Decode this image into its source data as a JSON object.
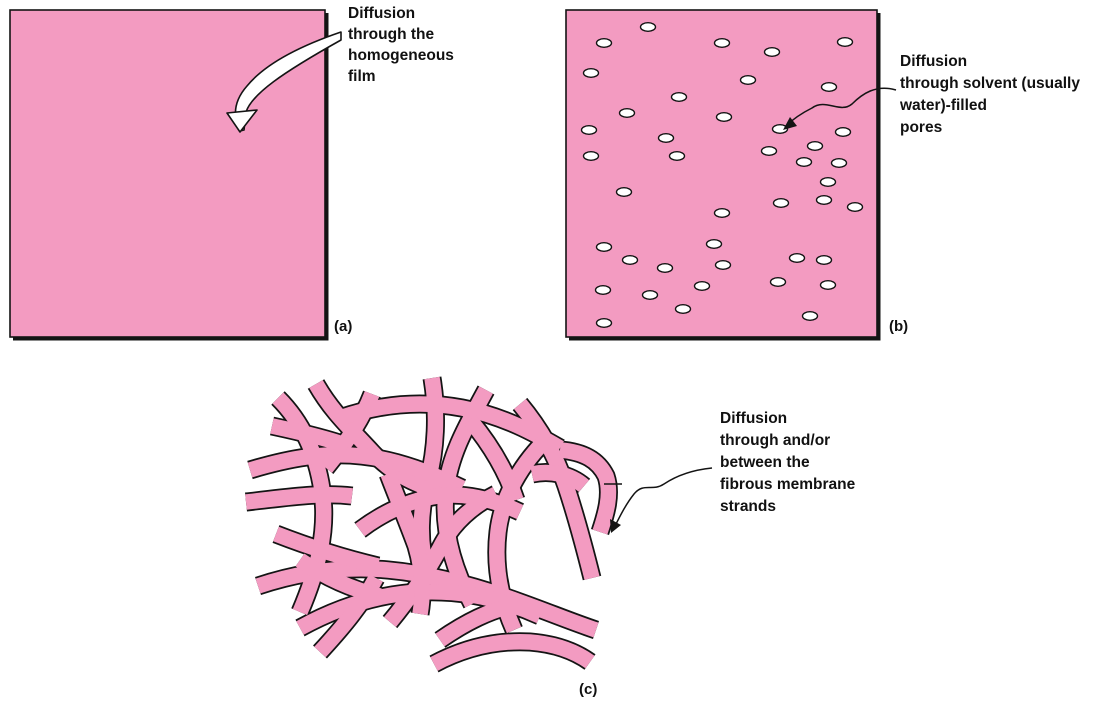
{
  "colors": {
    "membrane": "#f39bc1",
    "outline": "#141414",
    "pore": "#ffffff"
  },
  "panels": [
    {
      "id": "a",
      "tag": "(a)",
      "caption_lines": [
        "Diffusion",
        "through the",
        "homogeneous",
        "film"
      ]
    },
    {
      "id": "b",
      "tag": "(b)",
      "caption_lines": [
        "Diffusion",
        "through solvent (usually",
        "water)-filled",
        "pores"
      ]
    },
    {
      "id": "c",
      "tag": "(c)",
      "caption_lines": [
        "Diffusion",
        "through and/or",
        "between the",
        "fibrous membrane",
        "strands"
      ]
    }
  ]
}
